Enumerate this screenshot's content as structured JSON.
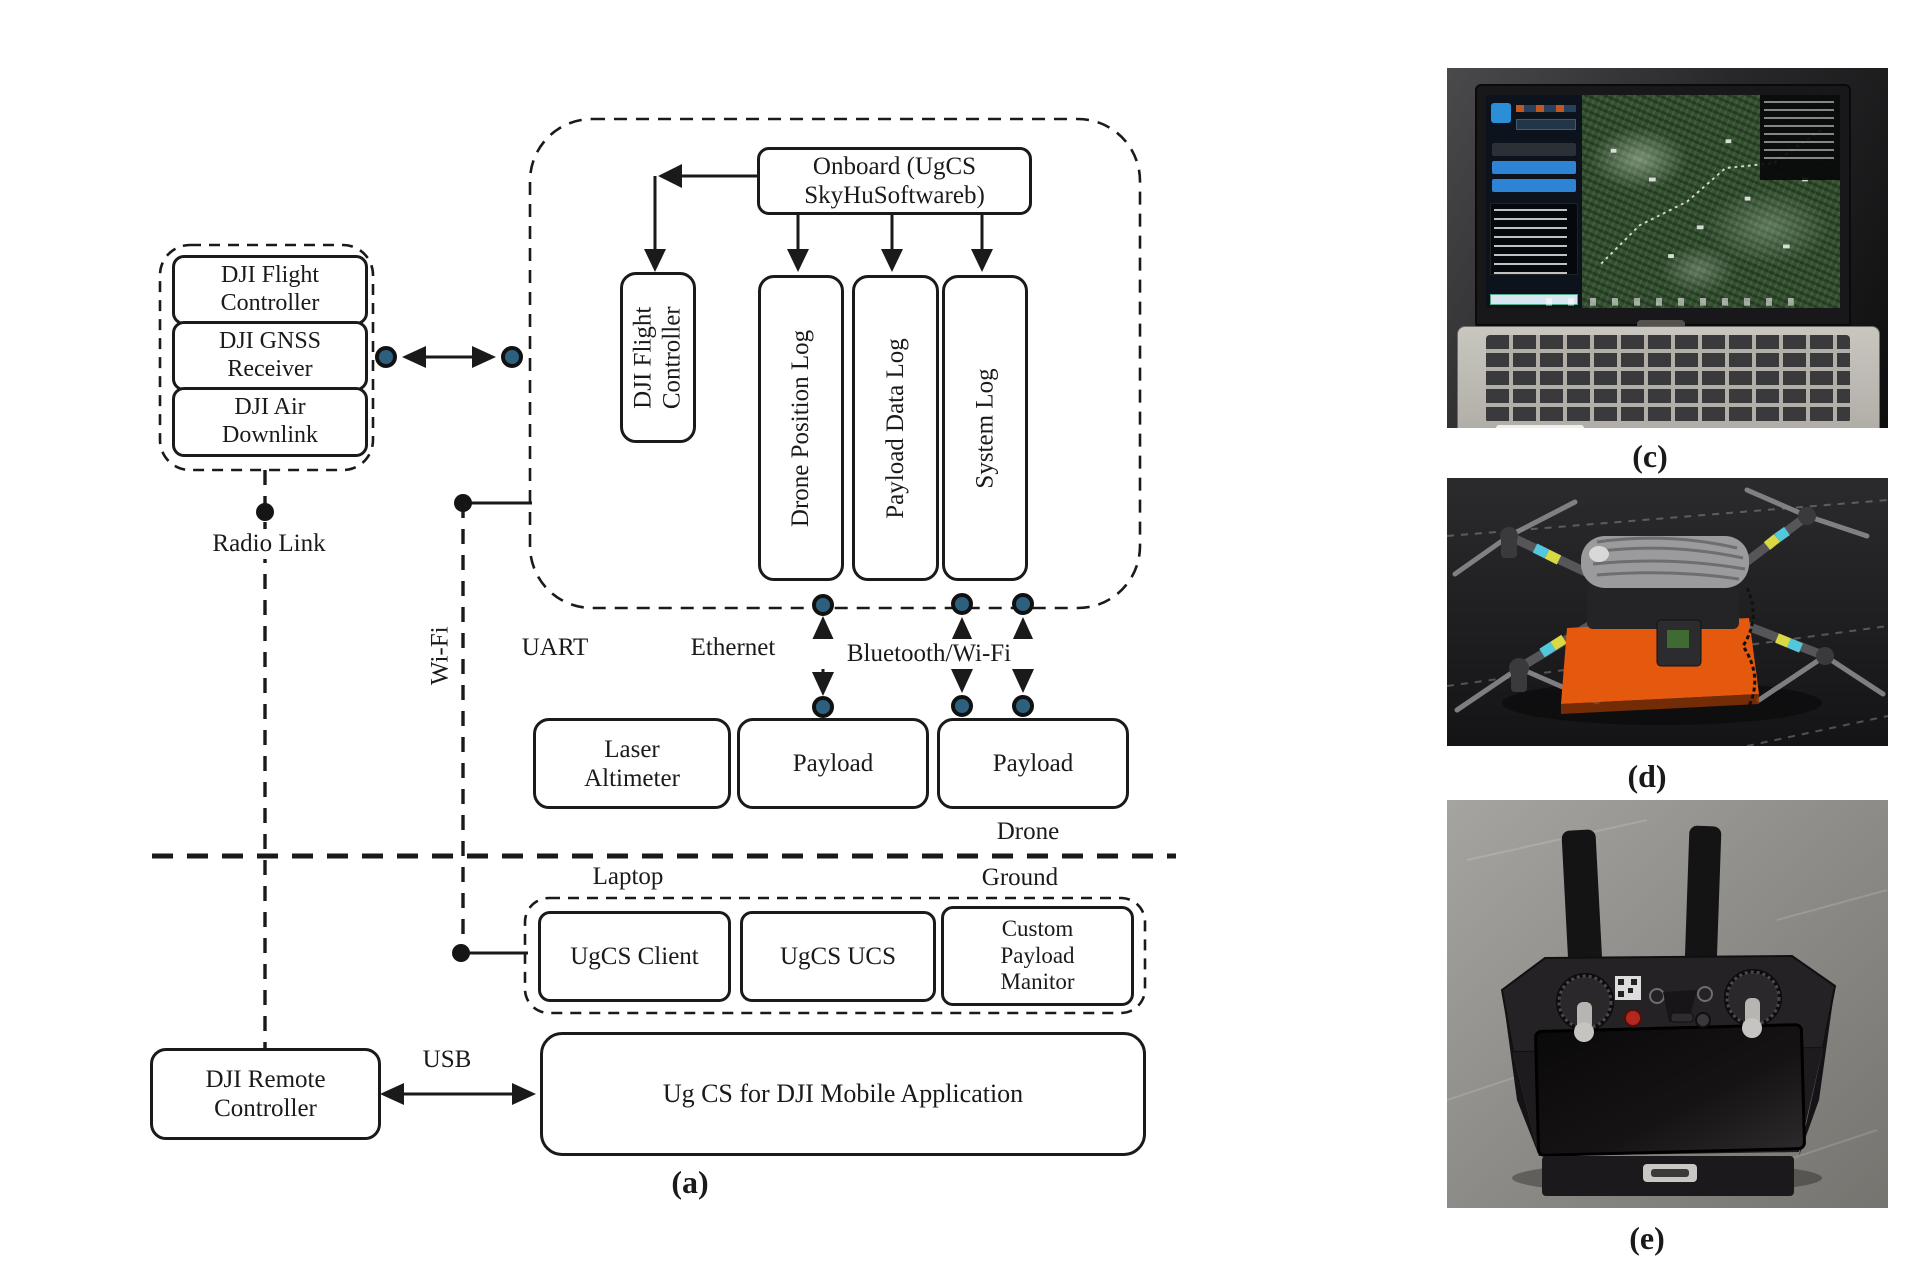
{
  "colors": {
    "line": "#1a1a1a",
    "node_dot_fill": "#2d607e",
    "black_dot": "#151515",
    "drone_payload_orange": "#e5590f",
    "taskbar_blue": "#1e63b4",
    "sidebar_button_blue": "#2e83d4"
  },
  "panel_a": {
    "caption": "(a)",
    "dji_stack": {
      "flight_controller": {
        "line1": "DJI Flight",
        "line2": "Controller"
      },
      "gnss_receiver": {
        "line1": "DJI GNSS",
        "line2": "Receiver"
      },
      "air_downlink": {
        "line1": "DJI Air",
        "line2": "Downlink"
      }
    },
    "links": {
      "radio": "Radio Link",
      "wifi": "Wi-Fi",
      "uart": "UART",
      "ethernet": "Ethernet",
      "bluetooth": "Bluetooth/Wi-Fi",
      "usb": "USB"
    },
    "onboard": {
      "title": {
        "line1": "Onboard (UgCS",
        "line2": "SkyHuSoftwareb)"
      },
      "flight_controller": {
        "line1": "DJI Flight",
        "line2": "Controller"
      },
      "logs": [
        "Drone Position Log",
        "Payload Data Log",
        "System Log"
      ]
    },
    "peripherals": {
      "laser_altimeter": {
        "line1": "Laser",
        "line2": "Altimeter"
      },
      "payload_left": "Payload",
      "payload_right": "Payload"
    },
    "zones": {
      "drone": "Drone",
      "ground": "Ground",
      "laptop": "Laptop"
    },
    "ground_segment": {
      "ugcs_client": "UgCS Client",
      "ugcs_ucs": "UgCS UCS",
      "custom_payload_monitor": {
        "line1": "Custom",
        "line2": "Payload",
        "line3": "Manitor"
      },
      "remote_controller": {
        "line1": "DJI Remote",
        "line2": "Controller"
      },
      "mobile_app": "Ug CS for DJI Mobile Application"
    }
  },
  "panel_c": {
    "caption": "(c)"
  },
  "panel_d": {
    "caption": "(d)"
  },
  "panel_e": {
    "caption": "(e)"
  }
}
